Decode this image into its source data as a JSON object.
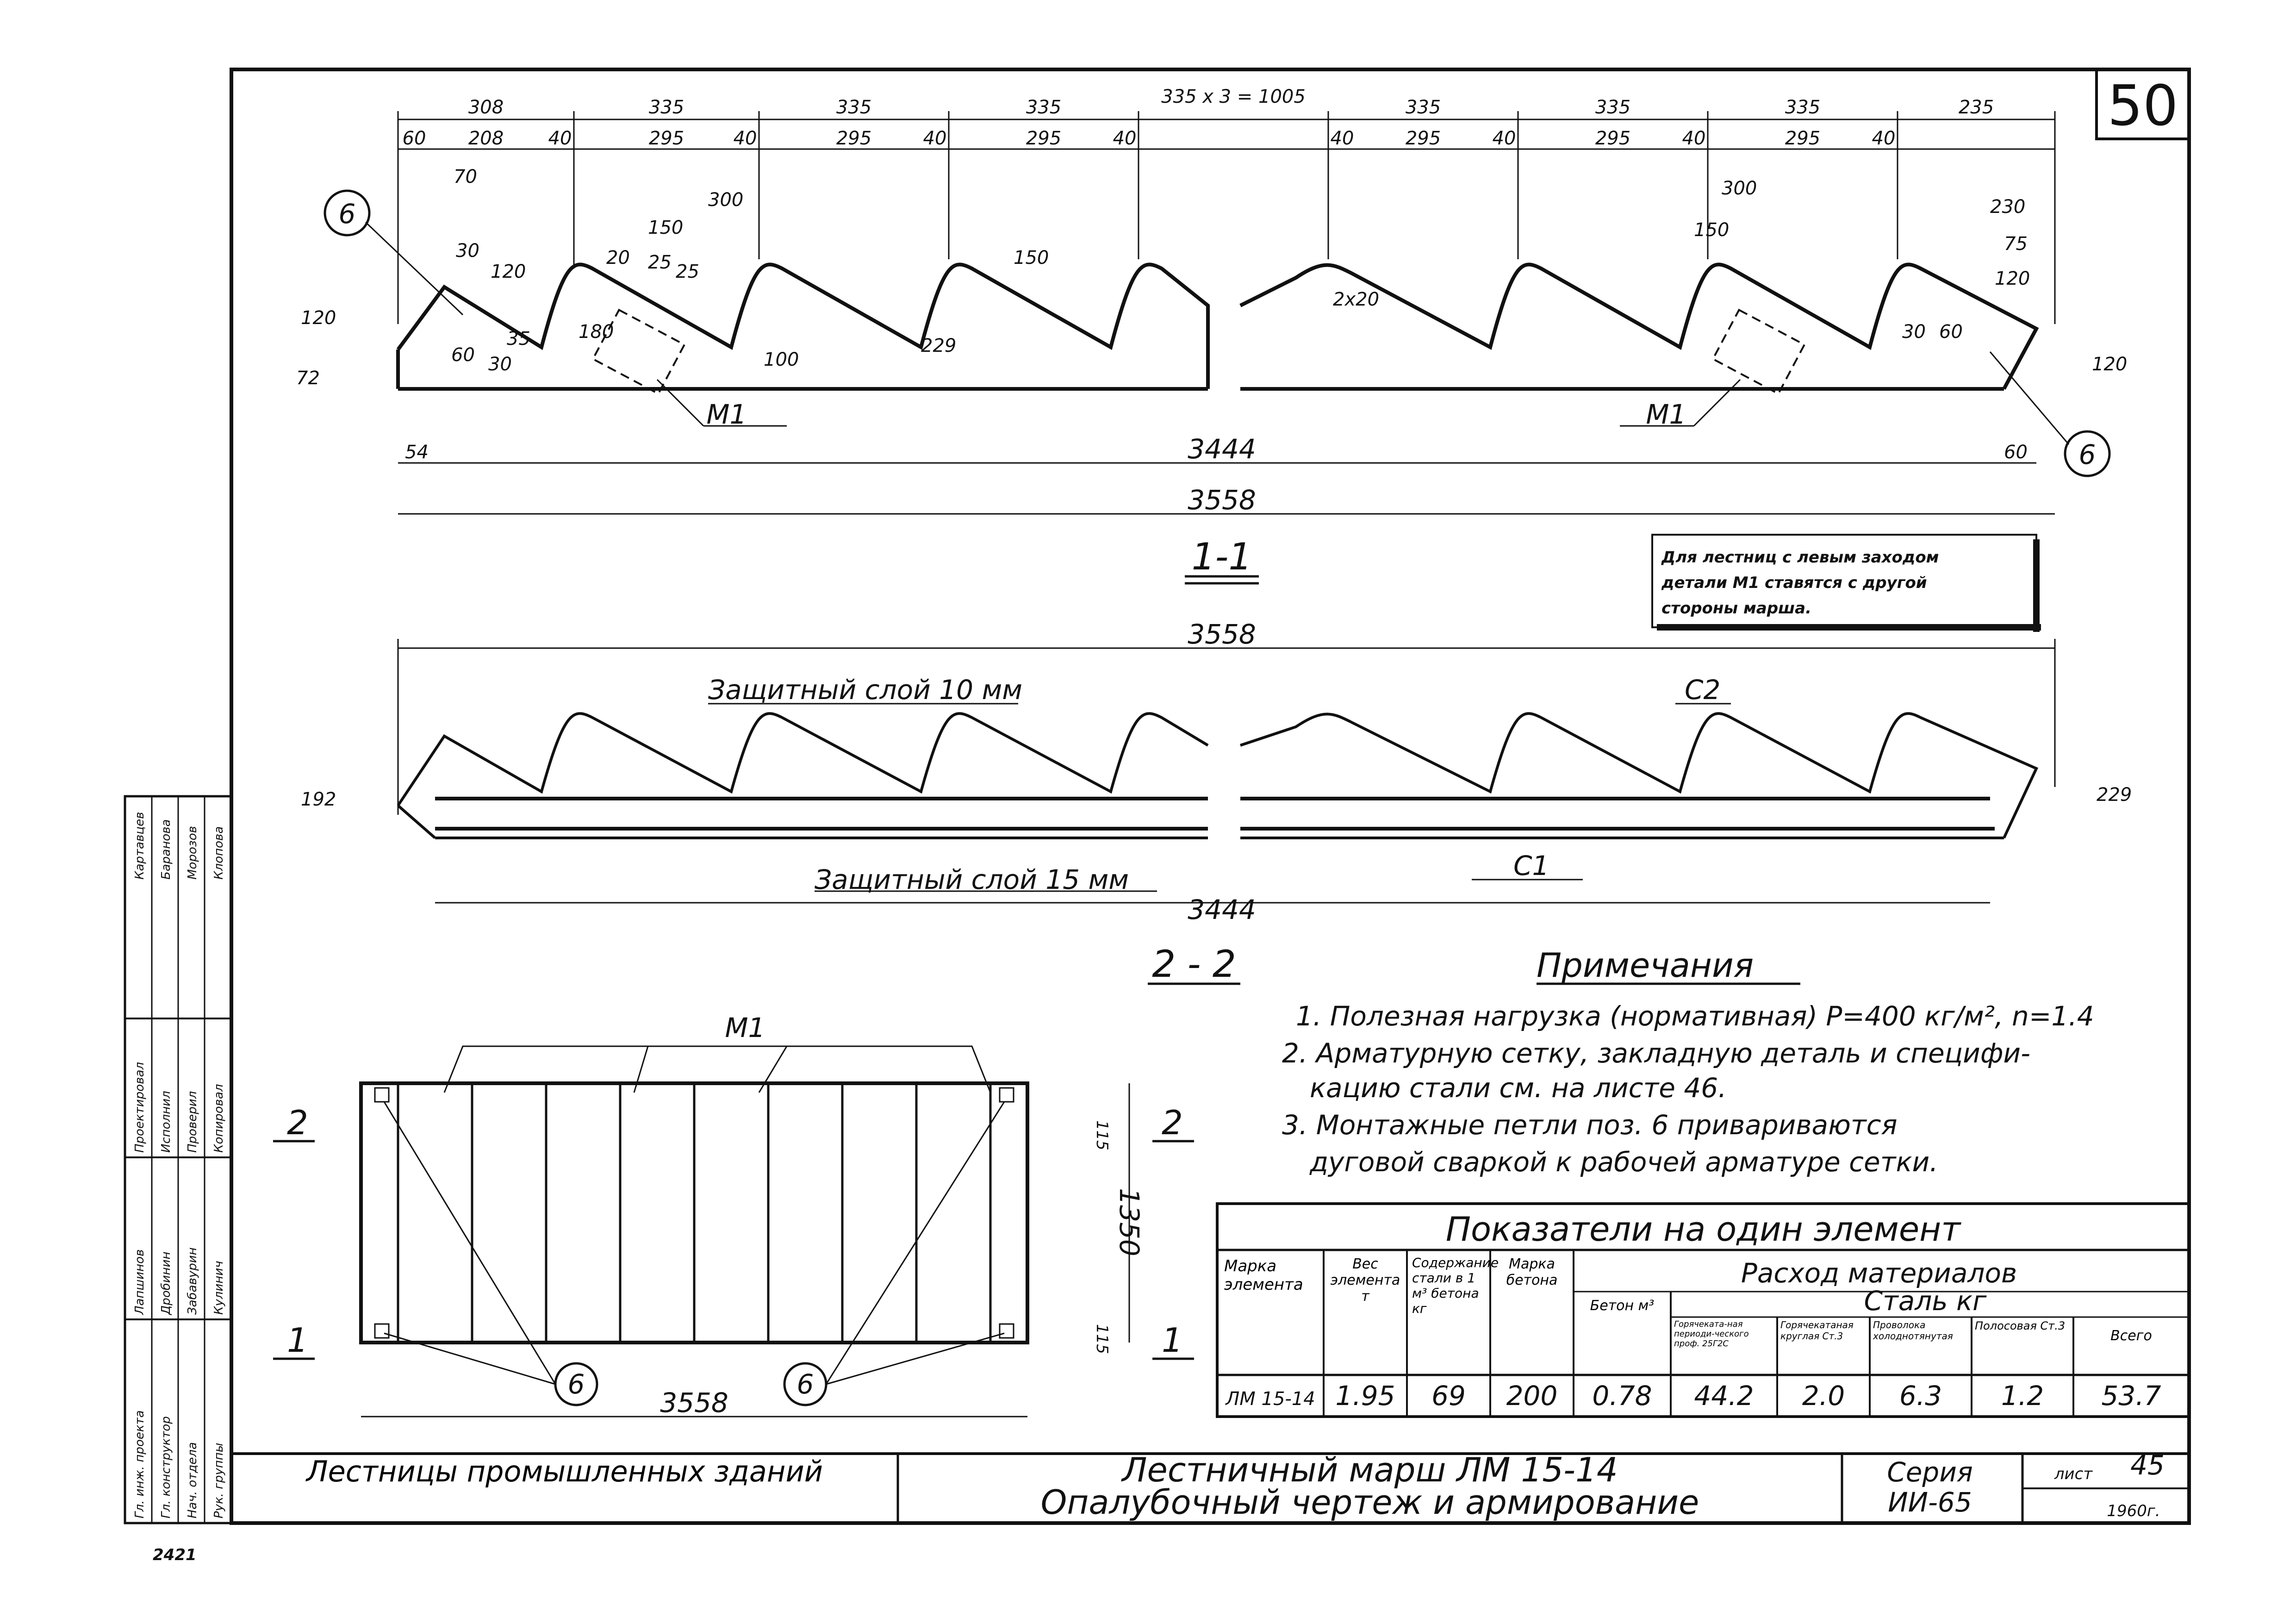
{
  "sheet_number": "50",
  "section_1": {
    "label": "1-1",
    "top_dims": [
      "308",
      "335",
      "335",
      "335",
      "335",
      "335",
      "335",
      "235"
    ],
    "repeat_note": "335 x 3 = 1005",
    "sub_dims": [
      "60",
      "208",
      "40",
      "295",
      "40",
      "295",
      "40",
      "295",
      "40",
      "40",
      "295",
      "40",
      "295",
      "40",
      "295",
      "40"
    ],
    "detail_dims": [
      "70",
      "150",
      "300",
      "120",
      "30",
      "20",
      "25",
      "25",
      "150",
      "229",
      "100",
      "180",
      "60",
      "30",
      "35",
      "120",
      "72",
      "2x20",
      "300",
      "150",
      "230",
      "75",
      "120",
      "60",
      "30",
      "120"
    ],
    "callout_marker": "6",
    "embedded_part_left": "M1",
    "embedded_part_right": "M1",
    "bottom_inner_dim": "3444",
    "left_offset": "54",
    "right_offset": "60",
    "overall_dim": "3558",
    "note": [
      "Для лестниц с левым заходом",
      "детали М1 ставятся с другой",
      "стороны марша."
    ]
  },
  "section_2": {
    "label": "2 - 2",
    "overall_dim": "3558",
    "inner_dim": "3444",
    "left_height": "192",
    "right_height": "229",
    "cover_top": "Защитный слой 10 мм",
    "cover_bottom": "Защитный слой 15 мм",
    "mesh_top": "С2",
    "mesh_bottom": "С1"
  },
  "plan": {
    "part_label": "М1",
    "marker": "6",
    "width_dim": "3558",
    "height_dim": "1350",
    "edge_dim": "115",
    "cut_1": "1",
    "cut_2": "2"
  },
  "notes": {
    "title": "Примечания",
    "items": [
      "1. Полезная нагрузка (нормативная) Р=400 кг/м², n=1.4",
      "2. Арматурную сетку, закладную деталь и специфи-",
      "кацию стали см. на листе 46.",
      "3. Монтажные петли поз. 6 привариваются",
      "дуговой сваркой к рабочей арматуре сетки."
    ]
  },
  "indicators": {
    "title": "Показатели на один элемент",
    "headers": {
      "mark": "Марка элемента",
      "weight": "Вес элемента т",
      "steel_content": "Содержание стали в 1 м³ бетона кг",
      "concrete_grade": "Марка бетона",
      "consumption": "Расход материалов",
      "concrete": "Бетон м³",
      "steel": "Сталь кг",
      "steel_cols": [
        "Горячеката-ная периоди-ческого проф. 25Г2С",
        "Горячекатаная круглая Ст.3",
        "Проволока холоднотянутая",
        "Полосовая Ст.3",
        "Всего"
      ]
    },
    "row": [
      "ЛМ 15-14",
      "1.95",
      "69",
      "200",
      "0.78",
      "44.2",
      "2.0",
      "6.3",
      "1.2",
      "53.7"
    ]
  },
  "title_block": {
    "project": "Лестницы промышленных зданий",
    "drawing_line1": "Лестничный марш ЛМ 15-14",
    "drawing_line2": "Опалубочный чертеж и армирование",
    "series_label": "Серия",
    "series": "ИИ-65",
    "sheet_label": "лист",
    "sheet": "45",
    "year": "1960г."
  },
  "signatures": {
    "roles": [
      "Гл. инж. проекта",
      "Гл. конструктор",
      "Нач. отдела",
      "Рук. группы",
      "Проектировал",
      "Исполнил",
      "Проверил",
      "Копировал"
    ],
    "names": [
      "Лапшинов",
      "Дробинин",
      "Забавурин",
      "Кулинич",
      "Картавцев",
      "Баранова",
      "Морозов",
      "Клопова"
    ]
  },
  "stamp_number": "2421"
}
